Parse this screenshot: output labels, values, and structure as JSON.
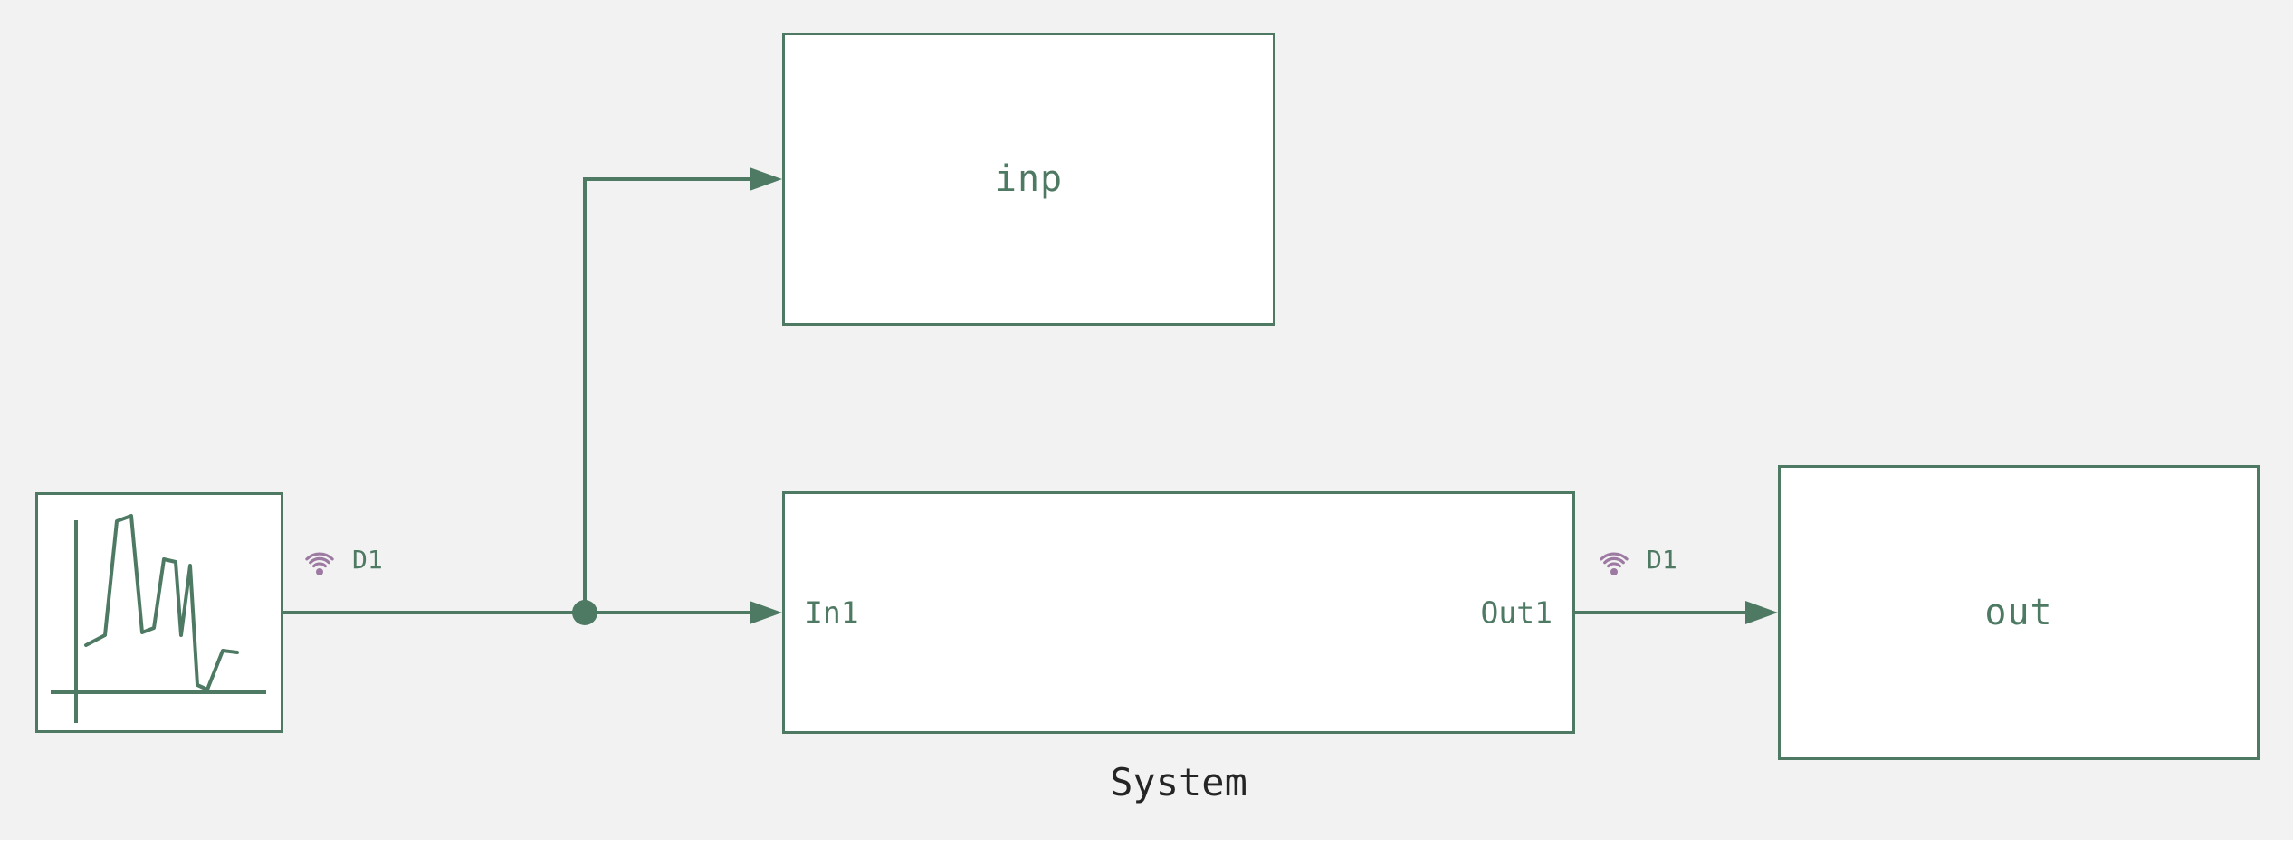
{
  "diagram": {
    "colors": {
      "background": "#f2f2f2",
      "line": "#4e7a64",
      "badge": "#9d7aa2",
      "block_fill": "#ffffff",
      "block_name_text": "#252525"
    },
    "blocks": {
      "source": {
        "icon": "signal-waveform-icon"
      },
      "inp": {
        "label": "inp"
      },
      "system": {
        "label": "System",
        "in_port": "In1",
        "out_port": "Out1"
      },
      "out": {
        "label": "out"
      }
    },
    "badges": {
      "input_label": "D1",
      "output_label": "D1"
    }
  }
}
